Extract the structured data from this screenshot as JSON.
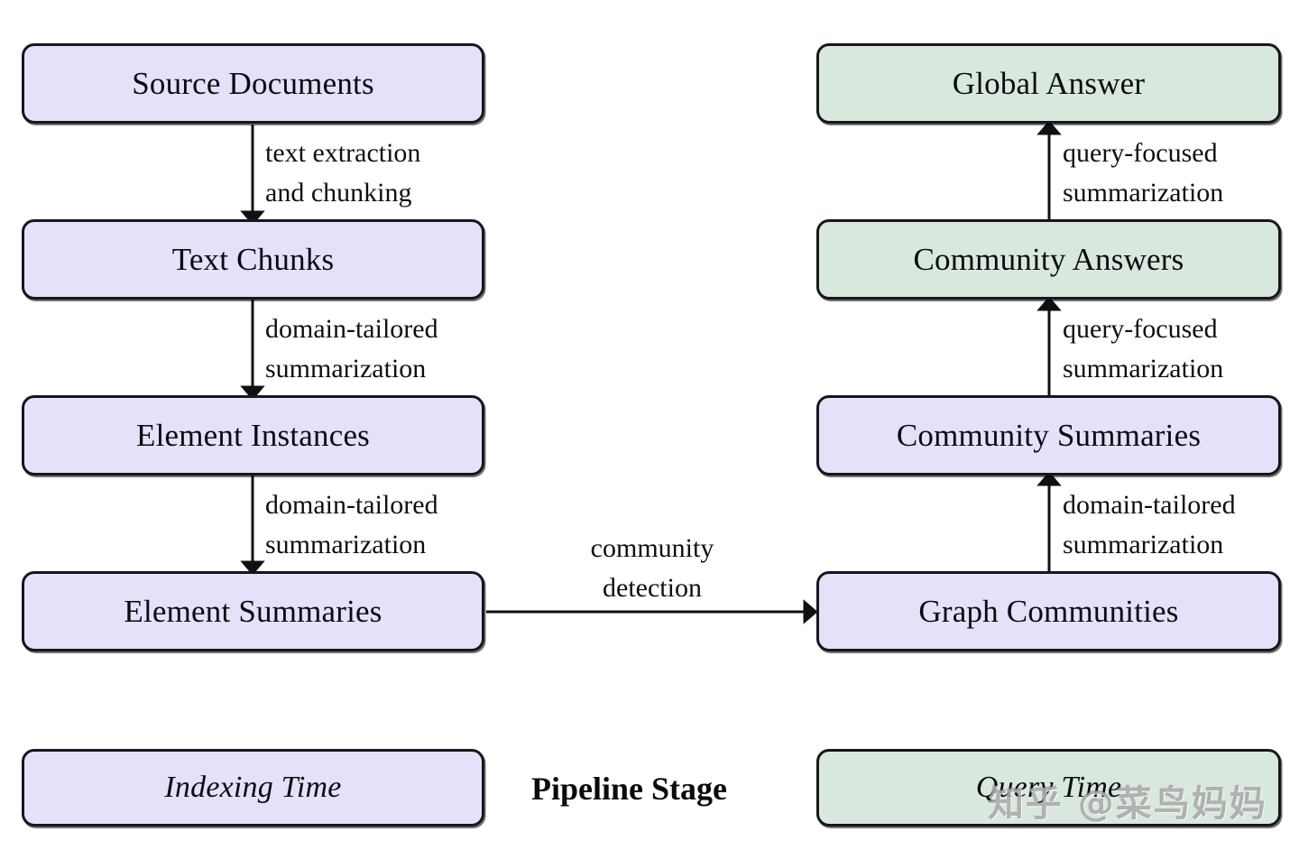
{
  "diagram": {
    "title_caption": "Pipeline Stage",
    "colors": {
      "indexing_fill": "#e4e1fb",
      "query_fill": "#d9e8dd",
      "border": "#16161c",
      "text": "#0b0b0f"
    },
    "indexing_nodes": [
      {
        "id": "source-documents",
        "label": "Source Documents"
      },
      {
        "id": "text-chunks",
        "label": "Text Chunks"
      },
      {
        "id": "element-instances",
        "label": "Element Instances"
      },
      {
        "id": "element-summaries",
        "label": "Element Summaries"
      }
    ],
    "query_nodes": [
      {
        "id": "global-answer",
        "label": "Global Answer"
      },
      {
        "id": "community-answers",
        "label": "Community Answers"
      },
      {
        "id": "community-summaries",
        "label": "Community Summaries"
      },
      {
        "id": "graph-communities",
        "label": "Graph Communities"
      }
    ],
    "edges": [
      {
        "id": "source-to-chunks",
        "line1": "text extraction",
        "line2": "and chunking"
      },
      {
        "id": "chunks-to-instances",
        "line1": "domain-tailored",
        "line2": "summarization"
      },
      {
        "id": "instances-to-summaries",
        "line1": "domain-tailored",
        "line2": "summarization"
      },
      {
        "id": "summaries-to-communities",
        "line1": "community",
        "line2": "detection"
      },
      {
        "id": "communities-to-comm-summaries",
        "line1": "domain-tailored",
        "line2": "summarization"
      },
      {
        "id": "comm-summaries-to-answers",
        "line1": "query-focused",
        "line2": "summarization"
      },
      {
        "id": "answers-to-global",
        "line1": "query-focused",
        "line2": "summarization"
      }
    ],
    "legend": {
      "indexing": "Indexing Time",
      "query": "Query Time"
    },
    "watermark": "知乎 @菜鸟妈妈"
  }
}
